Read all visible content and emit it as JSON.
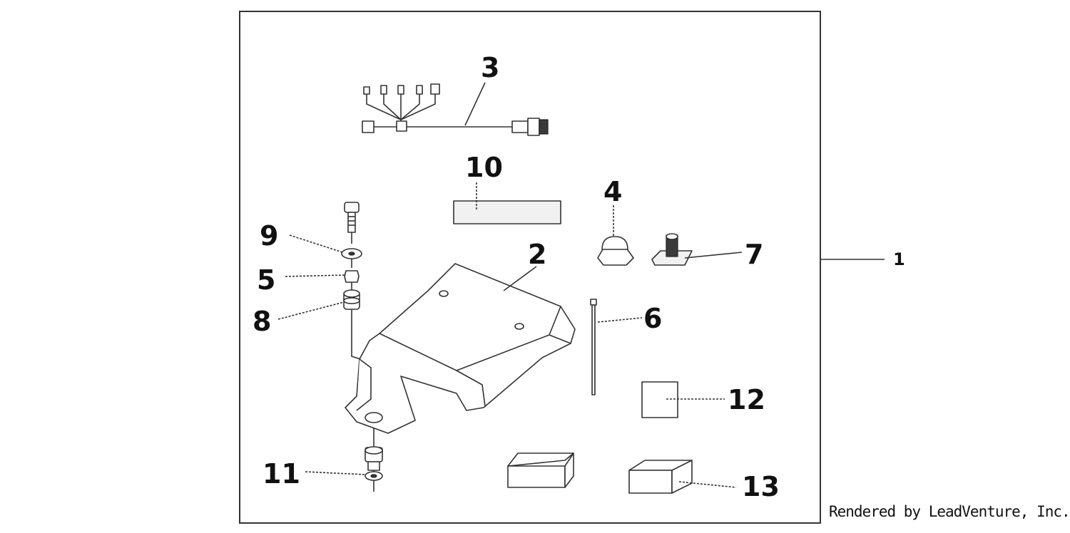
{
  "diagram": {
    "kit_label": "1",
    "credit": "Rendered by LeadVenture, Inc.",
    "callouts": [
      {
        "number": "2"
      },
      {
        "number": "3"
      },
      {
        "number": "4"
      },
      {
        "number": "5"
      },
      {
        "number": "6"
      },
      {
        "number": "7"
      },
      {
        "number": "8"
      },
      {
        "number": "9"
      },
      {
        "number": "10"
      },
      {
        "number": "11"
      },
      {
        "number": "12"
      },
      {
        "number": "13"
      }
    ]
  }
}
